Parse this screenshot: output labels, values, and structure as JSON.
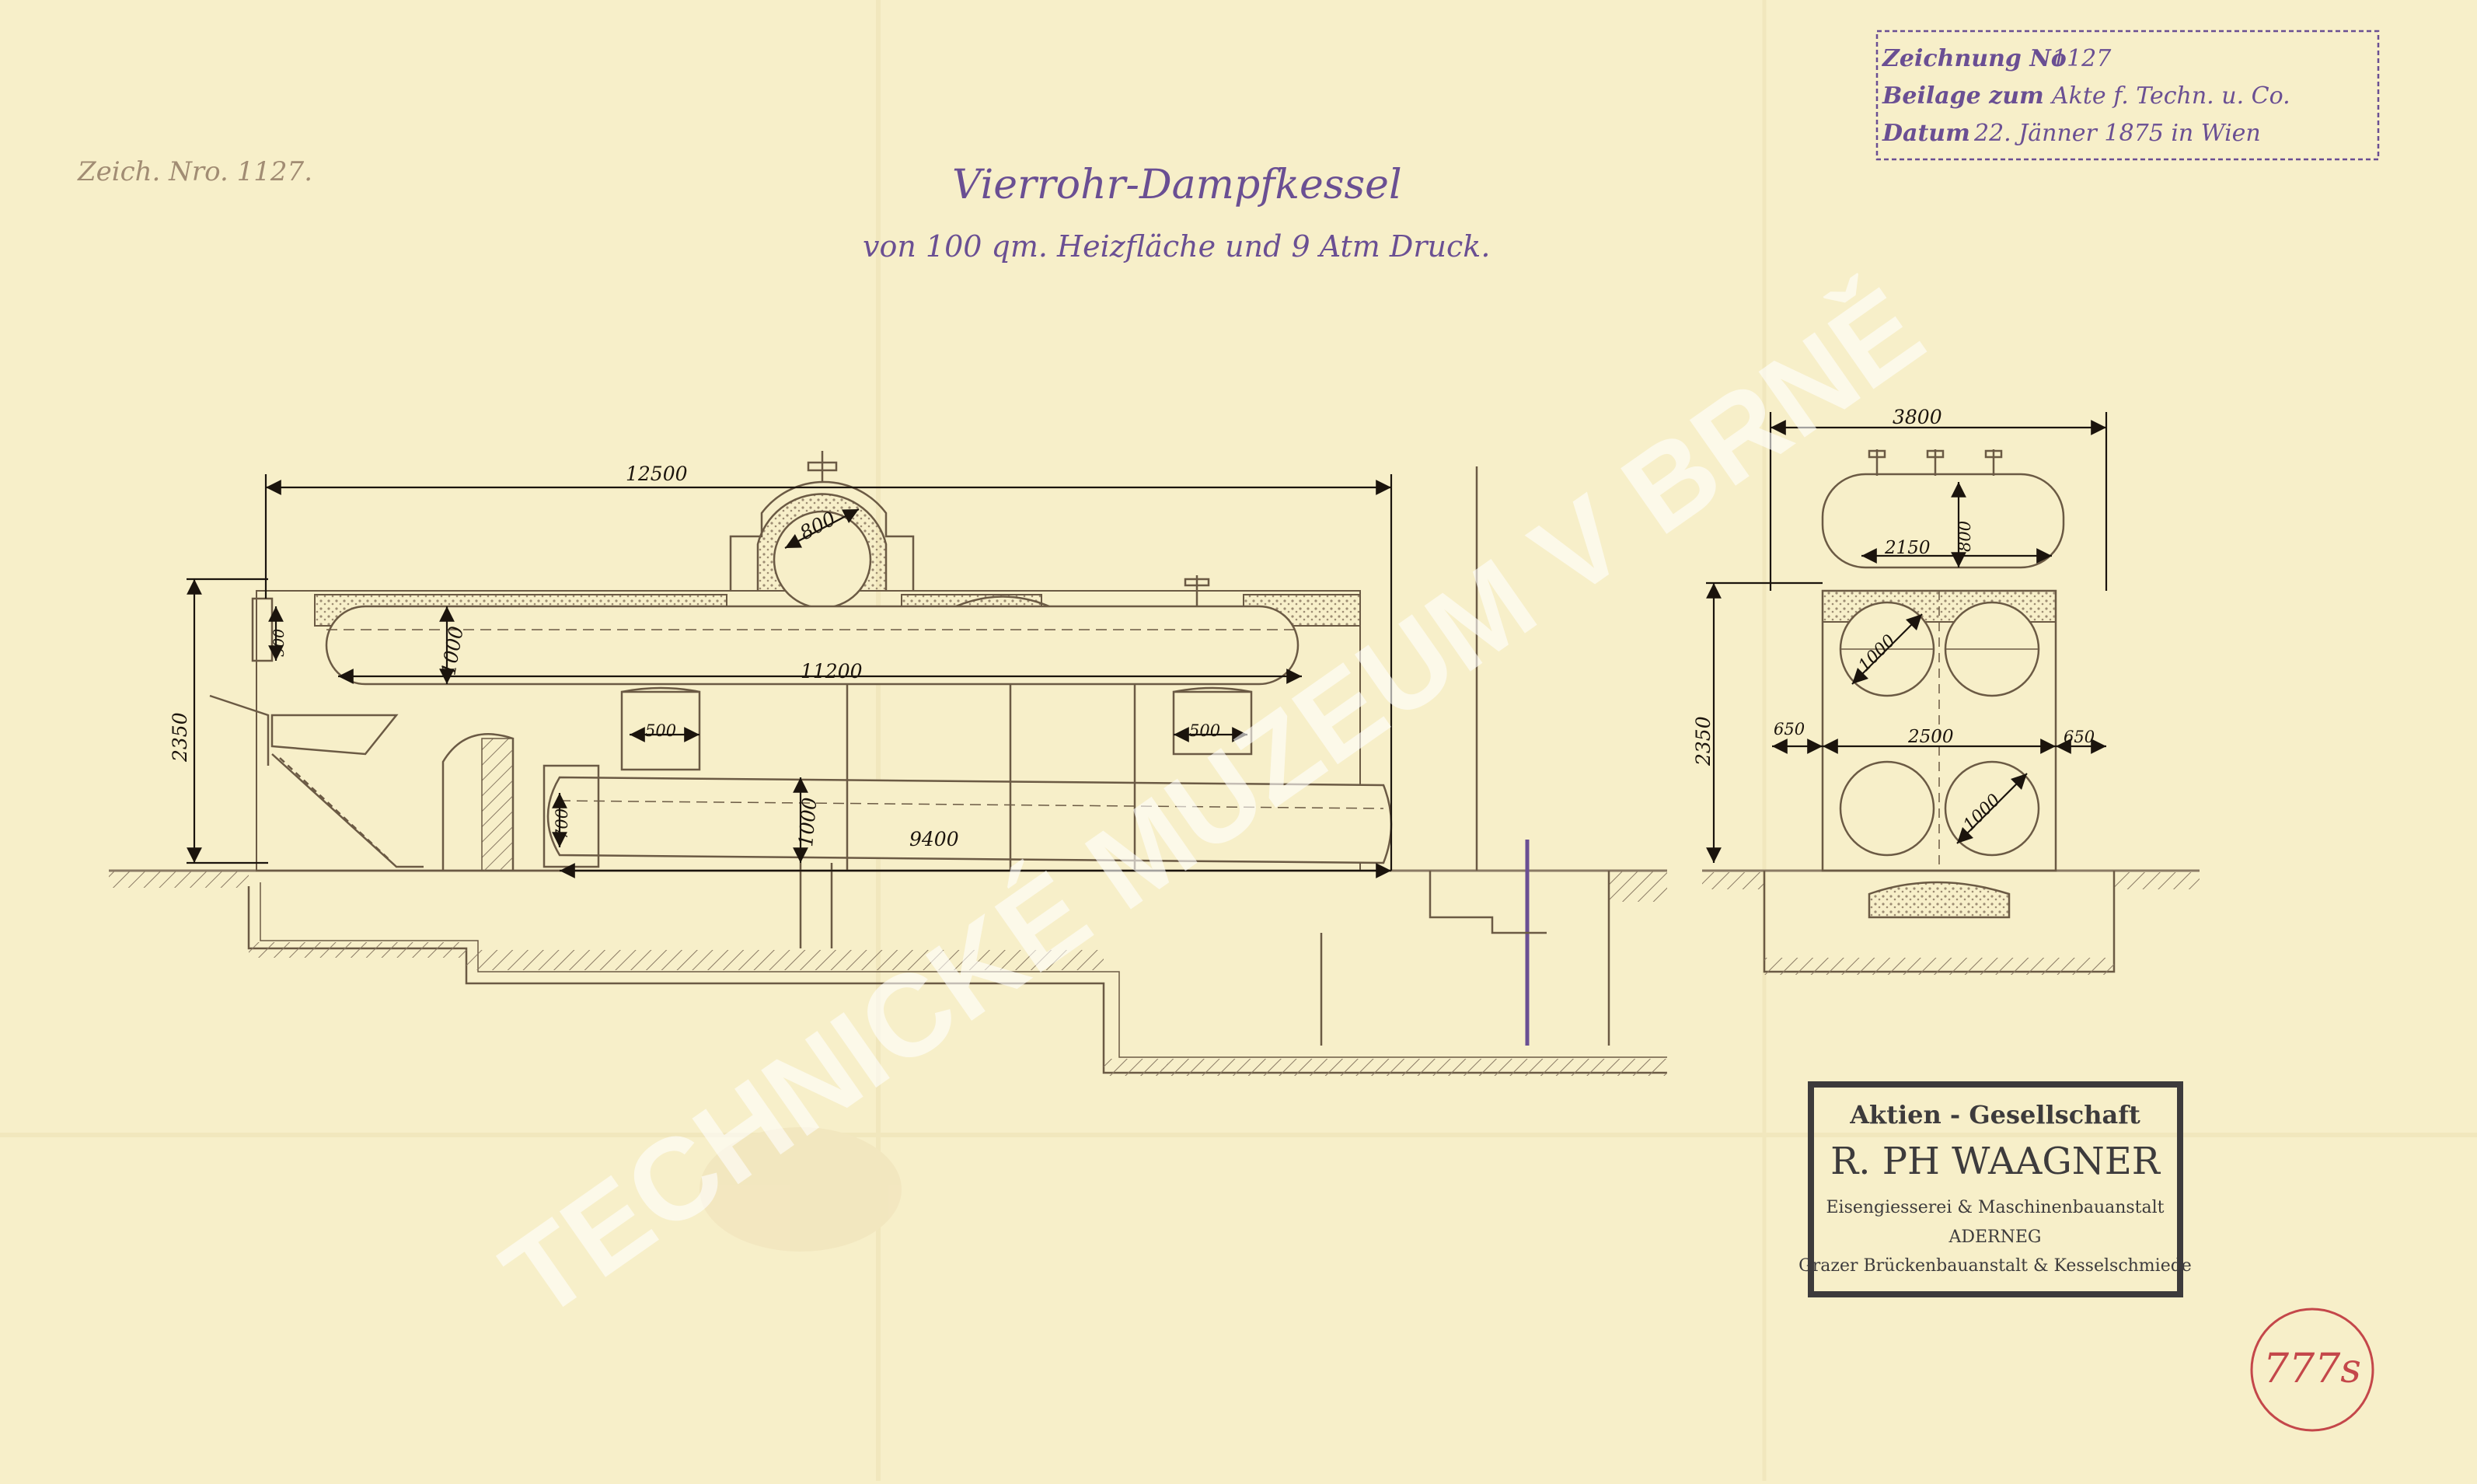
{
  "drawing_ref": "Zeich. Nro. 1127.",
  "title": "Vierrohr-Dampfkessel",
  "subtitle": "von 100 qm. Heizfläche und 9 Atm Druck.",
  "archive_stamp": {
    "line1_label": "Zeichnung No",
    "line1_value": "1127",
    "line2_label": "Beilage zum",
    "line2_value": "Akte f. Techn. u. Co.",
    "line3_label": "Datum",
    "line3_value": "22. Jänner 1875  in Wien"
  },
  "company_stamp": {
    "line1": "Aktien - Gesellschaft",
    "line2": "R. PH WAAGNER",
    "line3": "Eisengiesserei & Maschinenbauanstalt",
    "line4": "ADERNEG",
    "line5": "Grazer Brückenbauanstalt & Kesselschmiede"
  },
  "inventory_number": "777s",
  "watermark": "TECHNICKÉ MUZEUM V BRNĚ",
  "side_view_dims": {
    "overall_length": "12500",
    "dome_diameter": "800",
    "upper_drum_length": "11200",
    "upper_drum_diameter": "1000",
    "nozzle_left": "500",
    "nozzle_right": "500",
    "small_nozzle": "500",
    "lower_drum_length": "9400",
    "lower_drum_diameter": "1000",
    "lower_head": "700",
    "height": "2350"
  },
  "end_view_dims": {
    "overall_width": "3800",
    "steam_drum_length": "2150",
    "steam_drum_diameter": "800",
    "upper_tube_diameter": "1000",
    "lower_tube_diameter": "1000",
    "inner_width": "2500",
    "left_wall": "650",
    "right_wall": "650",
    "height": "2350"
  },
  "colors": {
    "paper": "#f7efc9",
    "ink": "#6b5a44",
    "dim_ink": "#1b140d",
    "violet": "#6a4f93",
    "stamp": "#3d3b3c",
    "red": "#c4474a"
  }
}
